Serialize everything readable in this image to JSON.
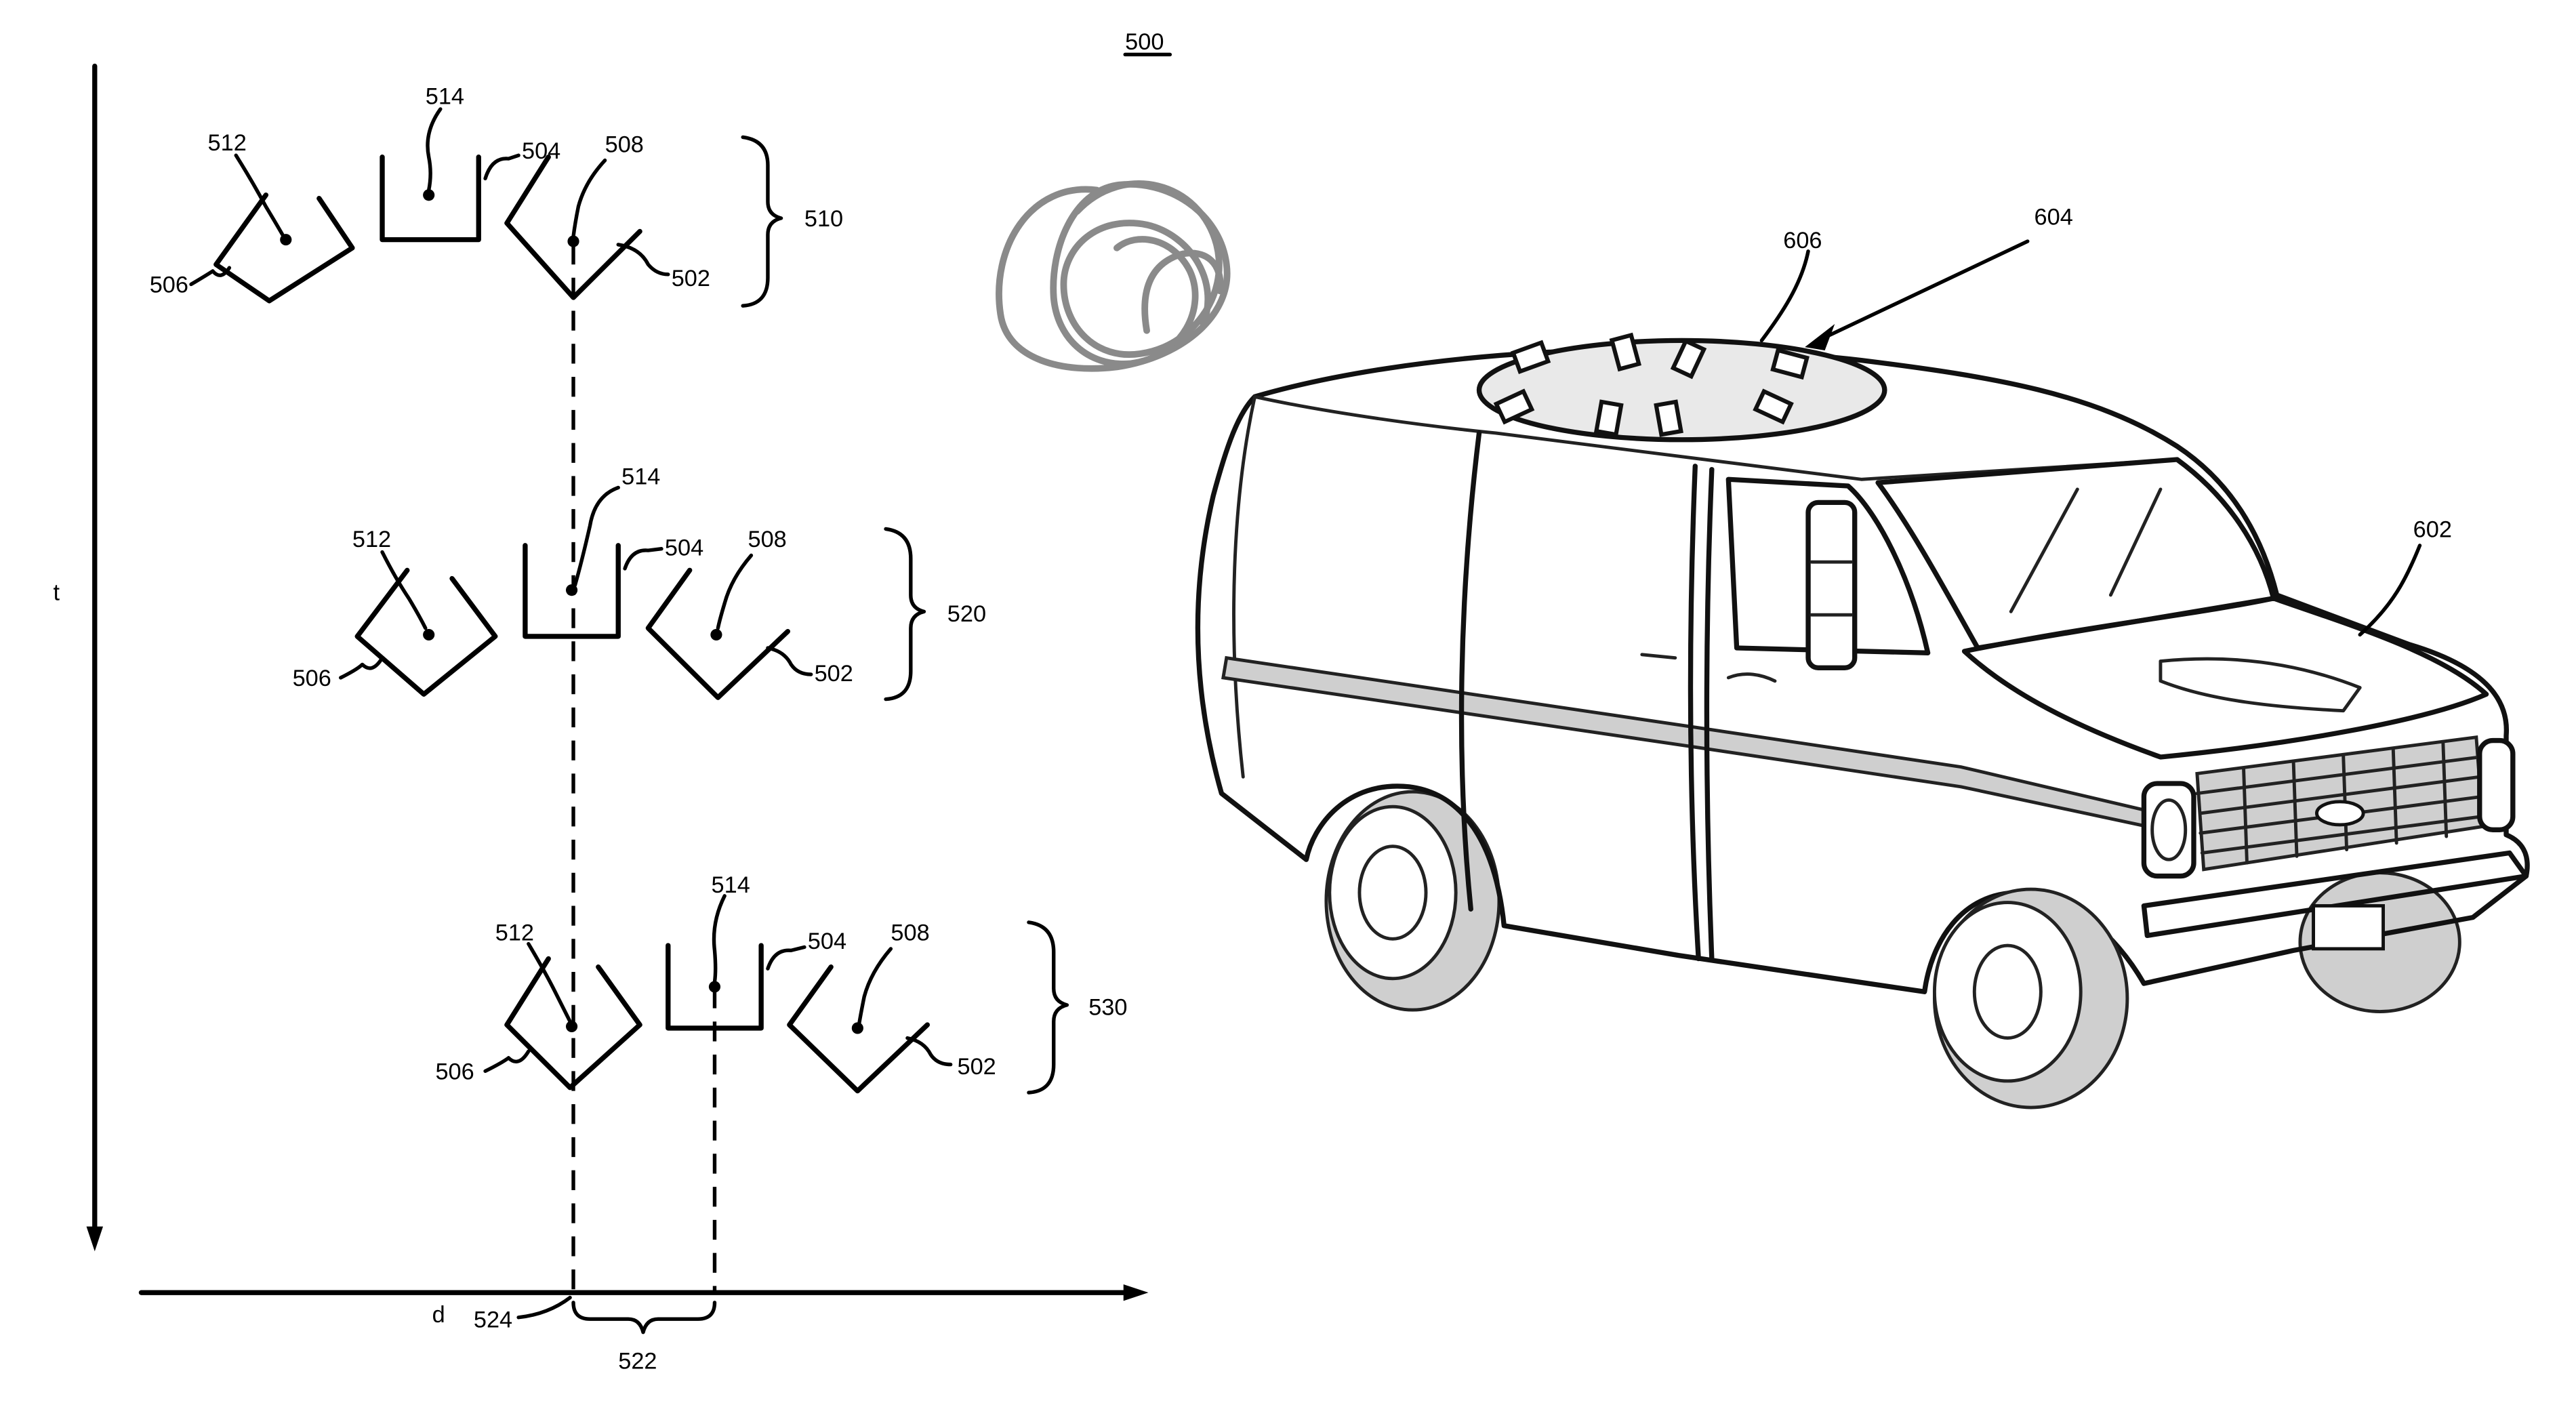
{
  "figure": {
    "figure_number": "500",
    "axes": {
      "time_axis_label": "t",
      "distance_axis_label": "d"
    },
    "groups": [
      {
        "group_ref": "510",
        "labels": {
          "l512": "512",
          "l514": "514",
          "l504": "504",
          "l508": "508",
          "l506": "506",
          "l502": "502"
        }
      },
      {
        "group_ref": "520",
        "labels": {
          "l512": "512",
          "l514": "514",
          "l504": "504",
          "l508": "508",
          "l506": "506",
          "l502": "502"
        }
      },
      {
        "group_ref": "530",
        "labels": {
          "l512": "512",
          "l514": "514",
          "l504": "504",
          "l508": "508",
          "l506": "506",
          "l502": "502"
        }
      }
    ],
    "distance_refs": {
      "origin_ref": "524",
      "offset_ref": "522"
    },
    "vehicle_refs": {
      "vehicle": "602",
      "sensor_array": "604",
      "sensor": "606"
    }
  }
}
